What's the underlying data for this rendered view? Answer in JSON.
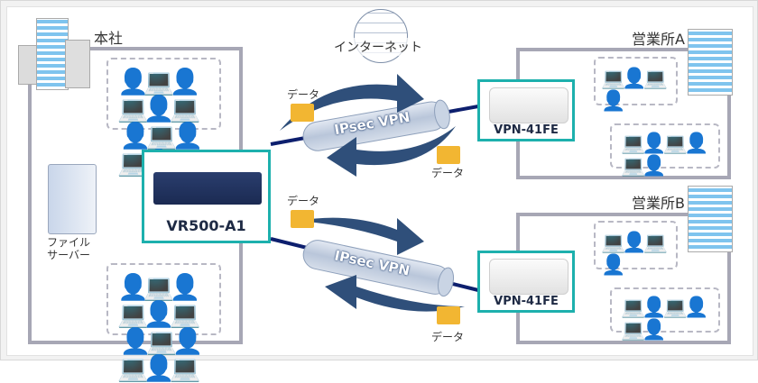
{
  "diagram": {
    "hq": {
      "label": "本社",
      "router": "VR500-A1",
      "server_label_line1": "ファイル",
      "server_label_line2": "サーバー"
    },
    "internet": {
      "label": "インターネット"
    },
    "tunnels": [
      {
        "label": "IPsec VPN",
        "data_label_left": "データ",
        "data_label_right": "データ"
      },
      {
        "label": "IPsec VPN",
        "data_label_left": "データ",
        "data_label_right": "データ"
      }
    ],
    "branches": [
      {
        "label": "営業所A",
        "router": "VPN-41FE",
        "user_color": "#3fcf4a"
      },
      {
        "label": "営業所B",
        "router": "VPN-41FE",
        "user_color": "#e6c51d"
      }
    ],
    "colors": {
      "accent_box": "#1db0ad",
      "hq_user": "#3aa6e6",
      "tunnel_line": "#0d1f6e",
      "arrow": "#2f4f7a"
    }
  }
}
